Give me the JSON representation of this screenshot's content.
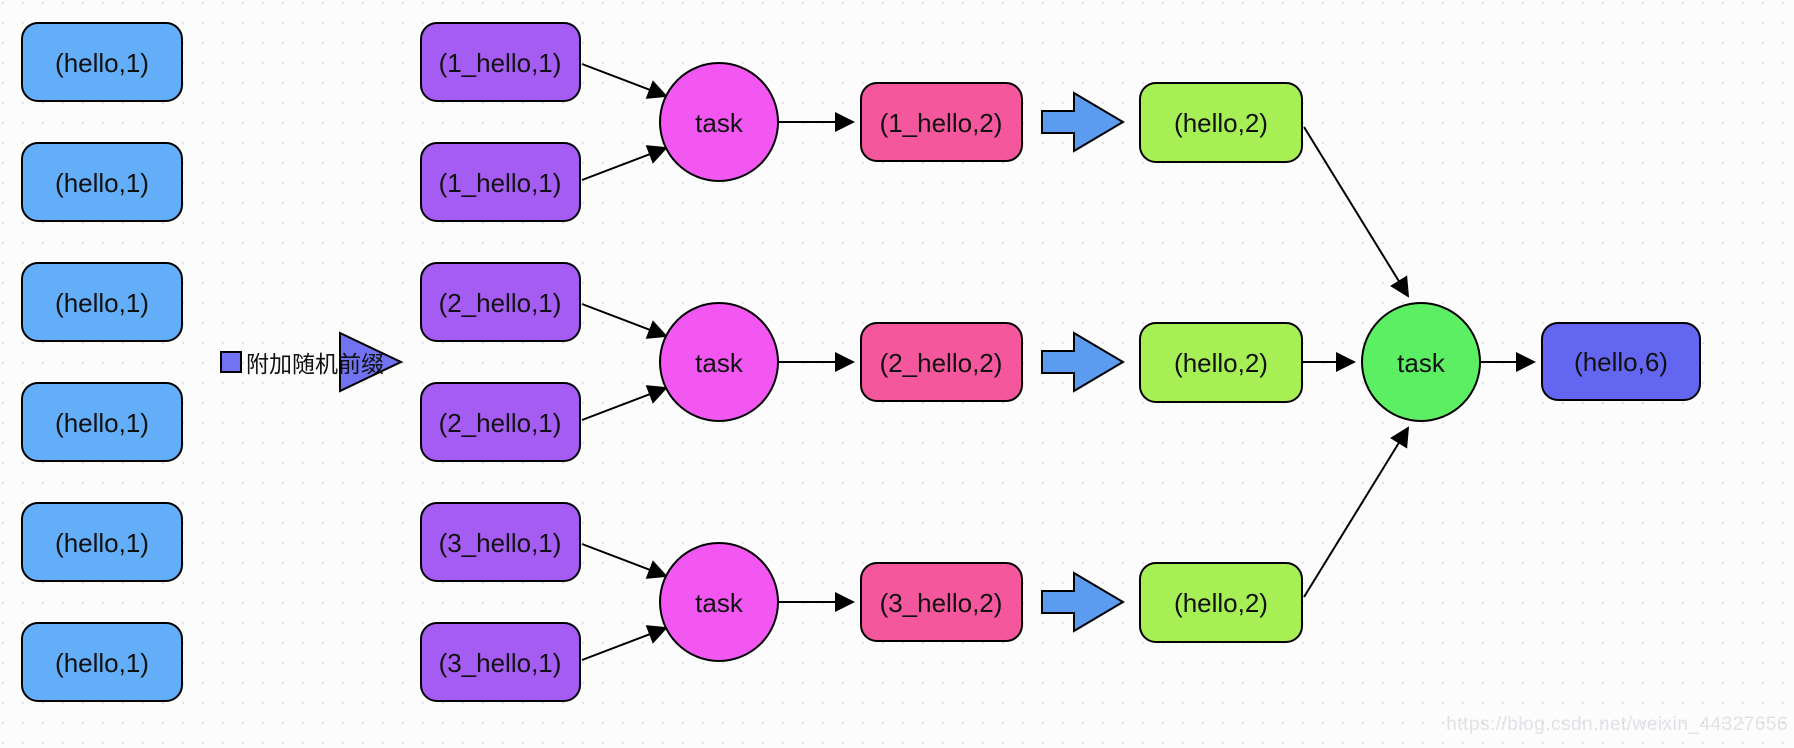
{
  "diagram": {
    "task_label": "task",
    "prefix_step": {
      "label": "附加随机前缀"
    },
    "source_boxes": [
      "(hello,1)",
      "(hello,1)",
      "(hello,1)",
      "(hello,1)",
      "(hello,1)",
      "(hello,1)"
    ],
    "prefixed_boxes": [
      "(1_hello,1)",
      "(1_hello,1)",
      "(2_hello,1)",
      "(2_hello,1)",
      "(3_hello,1)",
      "(3_hello,1)"
    ],
    "partial_agg_boxes": [
      "(1_hello,2)",
      "(2_hello,2)",
      "(3_hello,2)"
    ],
    "deprefixed_boxes": [
      "(hello,2)",
      "(hello,2)",
      "(hello,2)"
    ],
    "final_box": "(hello,6)",
    "watermark": "https://blog.csdn.net/weixin_44327656",
    "colors": {
      "source_box": "#63AEF8",
      "prefixed_box": "#A55CF2",
      "task_circle": "#F257F2",
      "partial_agg_box": "#F4579B",
      "block_arrow": "#5B9BF0",
      "deprefixed_box": "#A6F055",
      "final_task_circle": "#5CEE63",
      "final_box": "#6366F0",
      "prefix_marker": "#7173F2",
      "dot_grid": "#e2e2e4"
    }
  }
}
